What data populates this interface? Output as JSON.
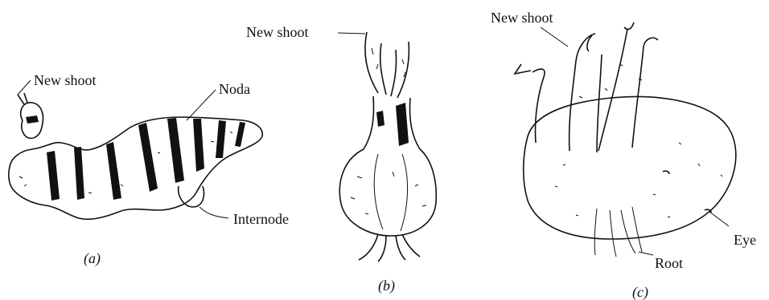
{
  "figure_a": {
    "labels": {
      "new_shoot": "New shoot",
      "node": "Noda",
      "internode": "Internode"
    },
    "caption": "(a)"
  },
  "figure_b": {
    "labels": {
      "new_shoot": "New shoot"
    },
    "caption": "(b)"
  },
  "figure_c": {
    "labels": {
      "new_shoot": "New shoot",
      "eye": "Eye",
      "root": "Root"
    },
    "caption": "(c)"
  }
}
